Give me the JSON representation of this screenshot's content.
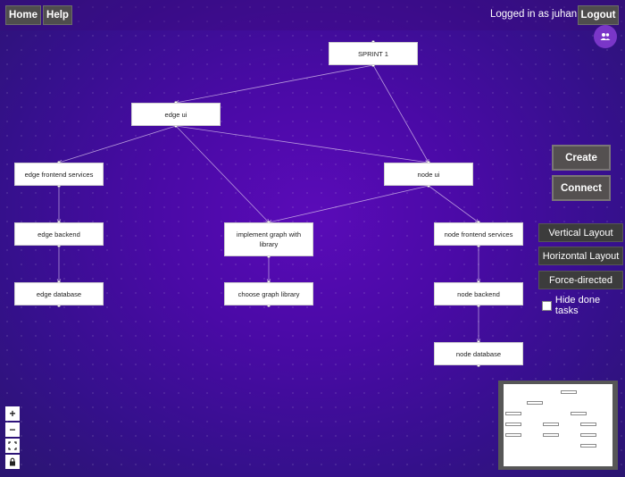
{
  "topbar": {
    "home_label": "Home",
    "help_label": "Help",
    "logged_in_text": "Logged in as juhani",
    "logout_label": "Logout",
    "avatar_icon": "users-icon"
  },
  "graph": {
    "nodes": [
      {
        "id": "sprint1",
        "label": "SPRINT 1"
      },
      {
        "id": "edge_ui",
        "label": "edge ui"
      },
      {
        "id": "edge_frontend",
        "label": "edge frontend services"
      },
      {
        "id": "node_ui",
        "label": "node ui"
      },
      {
        "id": "edge_backend",
        "label": "edge backend"
      },
      {
        "id": "impl_graph",
        "label": "implement graph with library"
      },
      {
        "id": "node_frontend",
        "label": "node frontend services"
      },
      {
        "id": "edge_database",
        "label": "edge database"
      },
      {
        "id": "choose_graph",
        "label": "choose graph library"
      },
      {
        "id": "node_backend",
        "label": "node backend"
      },
      {
        "id": "node_database",
        "label": "node database"
      }
    ],
    "edges": [
      [
        "sprint1",
        "edge_ui"
      ],
      [
        "sprint1",
        "node_ui"
      ],
      [
        "edge_ui",
        "edge_frontend"
      ],
      [
        "edge_ui",
        "impl_graph"
      ],
      [
        "edge_ui",
        "node_ui"
      ],
      [
        "node_ui",
        "impl_graph"
      ],
      [
        "node_ui",
        "node_frontend"
      ],
      [
        "edge_frontend",
        "edge_backend"
      ],
      [
        "edge_backend",
        "edge_database"
      ],
      [
        "impl_graph",
        "choose_graph"
      ],
      [
        "node_frontend",
        "node_backend"
      ],
      [
        "node_backend",
        "node_database"
      ]
    ]
  },
  "actions": {
    "create_label": "Create",
    "connect_label": "Connect",
    "vertical_label": "Vertical Layout",
    "horizontal_label": "Horizontal Layout",
    "force_label": "Force-directed",
    "hide_done_label": "Hide done tasks",
    "hide_done_checked": false
  },
  "zoom_controls": {
    "zoom_in": "+",
    "zoom_out": "−",
    "fit_icon": "fit-view-icon",
    "lock_icon": "lock-icon"
  }
}
